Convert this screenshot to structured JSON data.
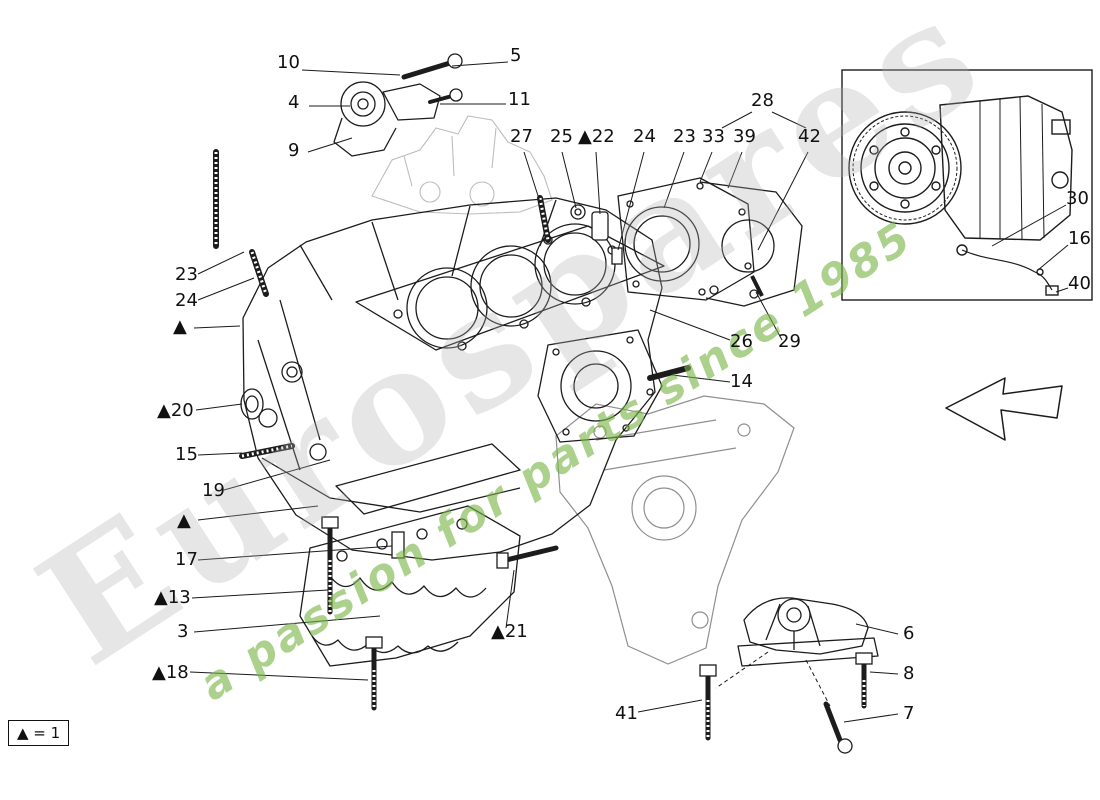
{
  "watermark": {
    "brand": "Eurospares",
    "slogan": "a passion for parts since 1985",
    "brand_color": "#b0b0b0",
    "slogan_color": "#7ab648"
  },
  "legend": {
    "label": "▲ = 1"
  },
  "callouts": [
    {
      "text": "10"
    },
    {
      "text": "5"
    },
    {
      "text": "4"
    },
    {
      "text": "11"
    },
    {
      "text": "9"
    },
    {
      "text": "27"
    },
    {
      "text": "25"
    },
    {
      "text": "▲22"
    },
    {
      "text": "24"
    },
    {
      "text": "23"
    },
    {
      "text": "33"
    },
    {
      "text": "39"
    },
    {
      "text": "28"
    },
    {
      "text": "42"
    },
    {
      "text": "30"
    },
    {
      "text": "16"
    },
    {
      "text": "40"
    },
    {
      "text": "23"
    },
    {
      "text": "24"
    },
    {
      "text": "▲"
    },
    {
      "text": "▲20"
    },
    {
      "text": "15"
    },
    {
      "text": "19"
    },
    {
      "text": "▲"
    },
    {
      "text": "17"
    },
    {
      "text": "▲13"
    },
    {
      "text": "3"
    },
    {
      "text": "▲18"
    },
    {
      "text": "26"
    },
    {
      "text": "29"
    },
    {
      "text": "14"
    },
    {
      "text": "▲21"
    },
    {
      "text": "41"
    },
    {
      "text": "6"
    },
    {
      "text": "8"
    },
    {
      "text": "7"
    }
  ]
}
